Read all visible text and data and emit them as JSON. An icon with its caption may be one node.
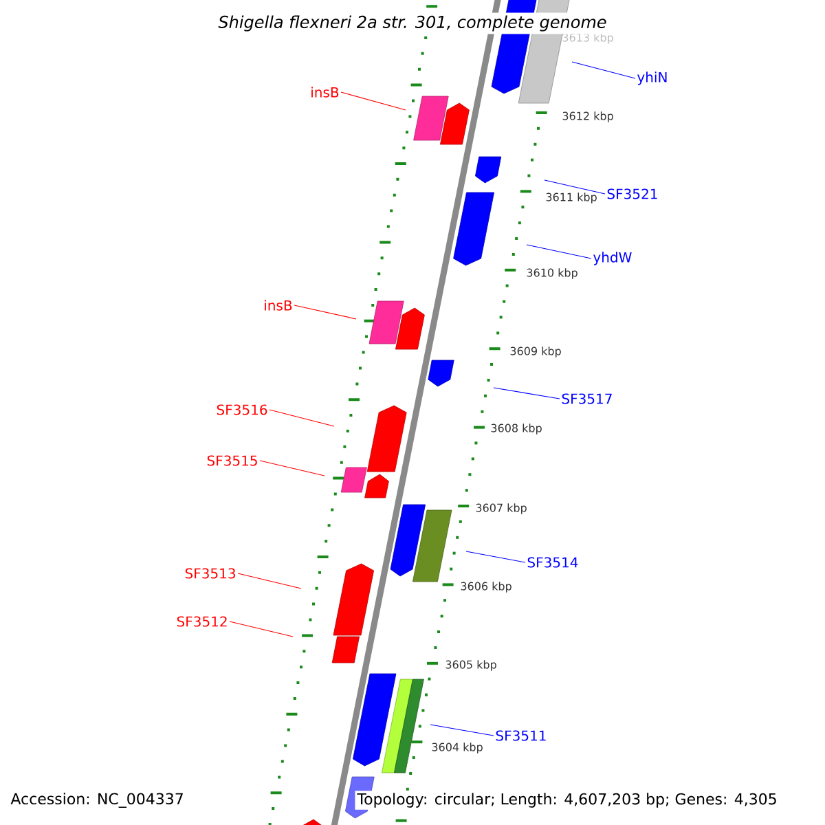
{
  "diagram": {
    "title": "Shigella flexneri 2a str. 301, complete genome",
    "nodes": [
      {
        "text": [
          "yhiN"
        ]
      },
      {
        "text": [
          "insB"
        ]
      },
      {
        "text": [
          "SF3521"
        ]
      },
      {
        "text": [
          "yhdW"
        ]
      },
      {
        "text": [
          "insB"
        ]
      },
      {
        "text": [
          "SF3517"
        ]
      },
      {
        "text": [
          "SF3516"
        ]
      },
      {
        "text": [
          "SF3515"
        ]
      },
      {
        "text": [
          "SF3514"
        ]
      },
      {
        "text": [
          "SF3513"
        ]
      },
      {
        "text": [
          "SF3512"
        ]
      },
      {
        "text": [
          "SF3511"
        ]
      }
    ],
    "edges": [
      {
        "from": 0,
        "to": null,
        "arrow": "none",
        "color": "#0000ff"
      },
      {
        "from": 1,
        "to": null,
        "arrow": "none",
        "color": "#ff0000"
      },
      {
        "from": 2,
        "to": null,
        "arrow": "none",
        "color": "#0000ff"
      },
      {
        "from": 3,
        "to": null,
        "arrow": "none",
        "color": "#0000ff"
      },
      {
        "from": 4,
        "to": null,
        "arrow": "none",
        "color": "#ff0000"
      },
      {
        "from": 5,
        "to": null,
        "arrow": "none",
        "color": "#0000ff"
      },
      {
        "from": 6,
        "to": null,
        "arrow": "none",
        "color": "#ff0000"
      },
      {
        "from": 7,
        "to": null,
        "arrow": "none",
        "color": "#ff0000"
      },
      {
        "from": 8,
        "to": null,
        "arrow": "none",
        "color": "#0000ff"
      },
      {
        "from": 9,
        "to": null,
        "arrow": "none",
        "color": "#ff0000"
      },
      {
        "from": 10,
        "to": null,
        "arrow": "none",
        "color": "#ff0000"
      },
      {
        "from": 11,
        "to": null,
        "arrow": "none",
        "color": "#0000ff"
      }
    ],
    "labels": [
      "3613 kbp",
      "3612 kbp",
      "3611 kbp",
      "3610 kbp",
      "3609 kbp",
      "3608 kbp",
      "3607 kbp",
      "3606 kbp",
      "3605 kbp",
      "3604 kbp",
      "Accession: NC_004337",
      "Topology: circular; Length: 4,607,203 bp; Genes: 4,305"
    ]
  }
}
